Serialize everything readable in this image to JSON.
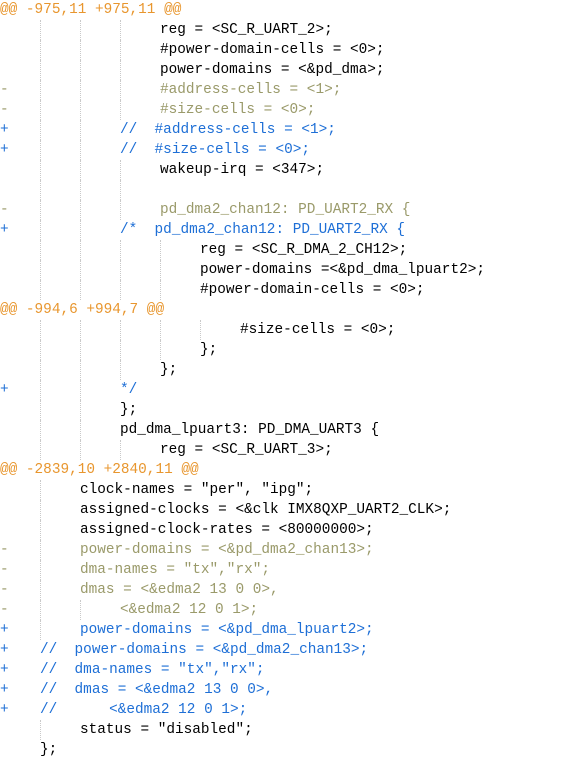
{
  "colors": {
    "context": "#000000",
    "added": "#1e6fd6",
    "removed": "#9a9a6a",
    "hunk": "#e8962e",
    "guide": "#c9c9c9"
  },
  "lines": [
    {
      "type": "hunk",
      "indent": 0,
      "text": "@@ -975,11 +975,11 @@"
    },
    {
      "type": "context",
      "indent": 4,
      "text": "reg = <SC_R_UART_2>;"
    },
    {
      "type": "context",
      "indent": 4,
      "text": "#power-domain-cells = <0>;"
    },
    {
      "type": "context",
      "indent": 4,
      "text": "power-domains = <&pd_dma>;"
    },
    {
      "type": "removed",
      "indent": 4,
      "text": "#address-cells = <1>;"
    },
    {
      "type": "removed",
      "indent": 4,
      "text": "#size-cells = <0>;"
    },
    {
      "type": "added",
      "indent": 3,
      "text": "//  #address-cells = <1>;"
    },
    {
      "type": "added",
      "indent": 3,
      "text": "//  #size-cells = <0>;"
    },
    {
      "type": "context",
      "indent": 4,
      "text": "wakeup-irq = <347>;"
    },
    {
      "type": "blank",
      "indent": 4,
      "text": ""
    },
    {
      "type": "removed",
      "indent": 4,
      "text": "pd_dma2_chan12: PD_UART2_RX {"
    },
    {
      "type": "added",
      "indent": 3,
      "text": "/*  pd_dma2_chan12: PD_UART2_RX {"
    },
    {
      "type": "context",
      "indent": 5,
      "text": "reg = <SC_R_DMA_2_CH12>;"
    },
    {
      "type": "context",
      "indent": 5,
      "text": "power-domains =<&pd_dma_lpuart2>;"
    },
    {
      "type": "context",
      "indent": 5,
      "text": "#power-domain-cells = <0>;"
    },
    {
      "type": "hunk",
      "indent": 0,
      "text": "@@ -994,6 +994,7 @@"
    },
    {
      "type": "context",
      "indent": 6,
      "text": "#size-cells = <0>;"
    },
    {
      "type": "context",
      "indent": 5,
      "text": "};"
    },
    {
      "type": "context",
      "indent": 4,
      "text": "};"
    },
    {
      "type": "added",
      "indent": 3,
      "text": "*/"
    },
    {
      "type": "context",
      "indent": 3,
      "text": "};"
    },
    {
      "type": "context",
      "indent": 3,
      "text": "pd_dma_lpuart3: PD_DMA_UART3 {"
    },
    {
      "type": "context",
      "indent": 4,
      "text": "reg = <SC_R_UART_3>;"
    },
    {
      "type": "hunk",
      "indent": 0,
      "text": "@@ -2839,10 +2840,11 @@"
    },
    {
      "type": "context",
      "indent": 2,
      "text": "clock-names = \"per\", \"ipg\";"
    },
    {
      "type": "context",
      "indent": 2,
      "text": "assigned-clocks = <&clk IMX8QXP_UART2_CLK>;"
    },
    {
      "type": "context",
      "indent": 2,
      "text": "assigned-clock-rates = <80000000>;"
    },
    {
      "type": "removed",
      "indent": 2,
      "text": "power-domains = <&pd_dma2_chan13>;"
    },
    {
      "type": "removed",
      "indent": 2,
      "text": "dma-names = \"tx\",\"rx\";"
    },
    {
      "type": "removed",
      "indent": 2,
      "text": "dmas = <&edma2 13 0 0>,"
    },
    {
      "type": "removed",
      "indent": 3,
      "text": "<&edma2 12 0 1>;"
    },
    {
      "type": "added",
      "indent": 2,
      "text": "power-domains = <&pd_dma_lpuart2>;"
    },
    {
      "type": "added",
      "indent": 1,
      "text": "//  power-domains = <&pd_dma2_chan13>;"
    },
    {
      "type": "added",
      "indent": 1,
      "text": "//  dma-names = \"tx\",\"rx\";"
    },
    {
      "type": "added",
      "indent": 1,
      "text": "//  dmas = <&edma2 13 0 0>,"
    },
    {
      "type": "added",
      "indent": 1,
      "text": "//      <&edma2 12 0 1>;"
    },
    {
      "type": "context",
      "indent": 2,
      "text": "status = \"disabled\";"
    },
    {
      "type": "context",
      "indent": 1,
      "text": "};"
    }
  ]
}
